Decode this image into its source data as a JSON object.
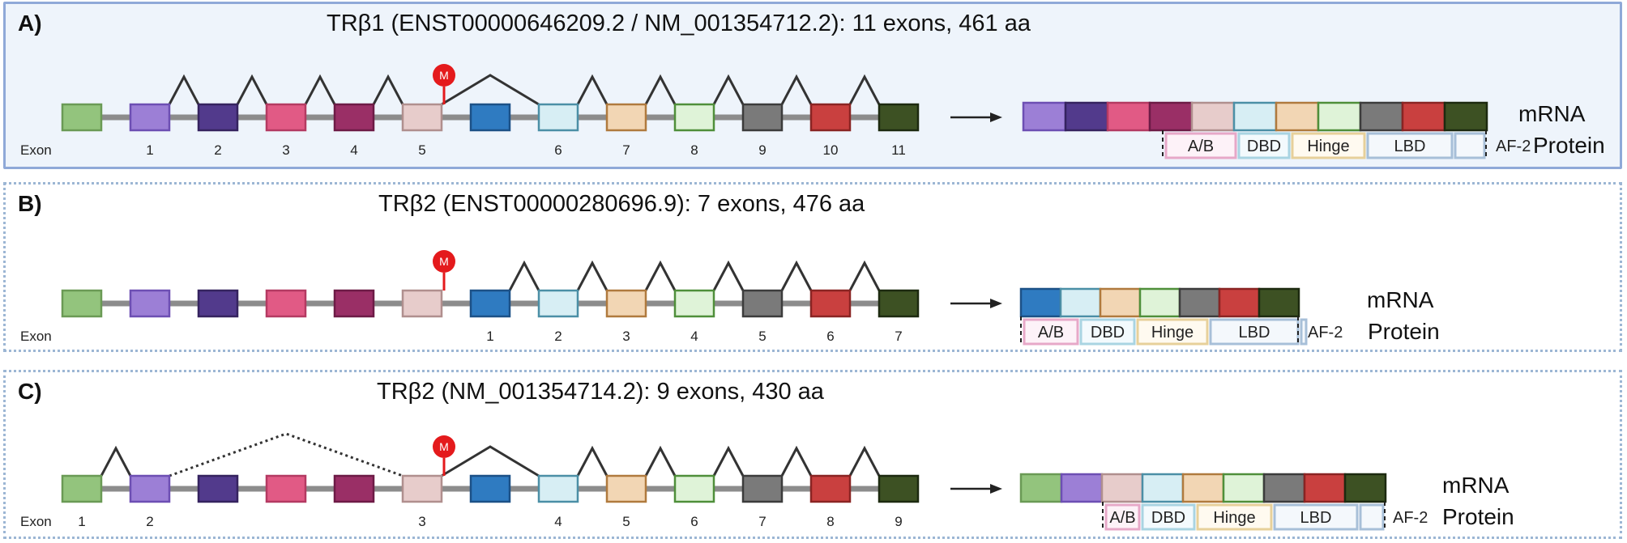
{
  "colors": {
    "exon_palette": [
      "#93c47d",
      "#9c7fd6",
      "#523a8c",
      "#e15a85",
      "#9a2f66",
      "#e7cccb",
      "#2f7bc1",
      "#d7eef4",
      "#f2d6b4",
      "#dff3d8",
      "#7a7a7a",
      "#c9403f",
      "#3d5123"
    ],
    "exon_borders": [
      "#6a9a55",
      "#6d4fb3",
      "#35235f",
      "#b43a62",
      "#6d1b46",
      "#b08f8e",
      "#1c5187",
      "#4b8fa6",
      "#b07a3e",
      "#4f8f3a",
      "#3c3c3c",
      "#8a2423",
      "#1d2a10"
    ],
    "domain_borders": [
      "#e7a8c8",
      "#a9d4e2",
      "#e7d09a",
      "#a7bfd8"
    ],
    "domain_fills": [
      "#fdf2f8",
      "#f3fafd",
      "#fffaf0",
      "#f4f8fc"
    ],
    "start_codon": "#e41a1c",
    "intron_line": "#8c8c8c",
    "panel_a_border": "#8fa9d8",
    "panel_a_bg": "#eef4fb",
    "panel_bc_border": "#9cb6d4"
  },
  "panels": [
    {
      "label": "A)",
      "title": "TRβ1 (ENST00000646209.2 / NM_001354712.2): 11 exons, 461 aa",
      "exon_row_label": "Exon",
      "exon_numbers": [
        "",
        "1",
        "2",
        "3",
        "4",
        "5",
        "",
        "6",
        "7",
        "8",
        "9",
        "10",
        "11"
      ],
      "start_codon": "M",
      "mrna_exons": [
        1,
        2,
        3,
        4,
        5,
        7,
        8,
        9,
        10,
        11,
        12
      ],
      "domains": [
        "A/B",
        "DBD",
        "Hinge",
        "LBD"
      ],
      "af2": "AF-2",
      "mrna_label": "mRNA",
      "protein_label": "Protein"
    },
    {
      "label": "B)",
      "title": "TRβ2 (ENST00000280696.9): 7 exons, 476 aa",
      "exon_row_label": "Exon",
      "exon_numbers": [
        "",
        "",
        "",
        "",
        "",
        "",
        "1",
        "2",
        "3",
        "4",
        "5",
        "6",
        "7"
      ],
      "start_codon": "M",
      "mrna_exons": [
        6,
        7,
        8,
        9,
        10,
        11,
        12
      ],
      "domains": [
        "A/B",
        "DBD",
        "Hinge",
        "LBD"
      ],
      "af2": "AF-2",
      "mrna_label": "mRNA",
      "protein_label": "Protein"
    },
    {
      "label": "C)",
      "title": "TRβ2 (NM_001354714.2): 9 exons, 430 aa",
      "exon_row_label": "Exon",
      "exon_numbers": [
        "1",
        "2",
        "",
        "",
        "",
        "3",
        "",
        "4",
        "5",
        "6",
        "7",
        "8",
        "9"
      ],
      "start_codon": "M",
      "mrna_exons": [
        0,
        1,
        5,
        7,
        8,
        9,
        10,
        11,
        12
      ],
      "domains": [
        "A/B",
        "DBD",
        "Hinge",
        "LBD"
      ],
      "af2": "AF-2",
      "mrna_label": "mRNA",
      "protein_label": "Protein"
    }
  ]
}
